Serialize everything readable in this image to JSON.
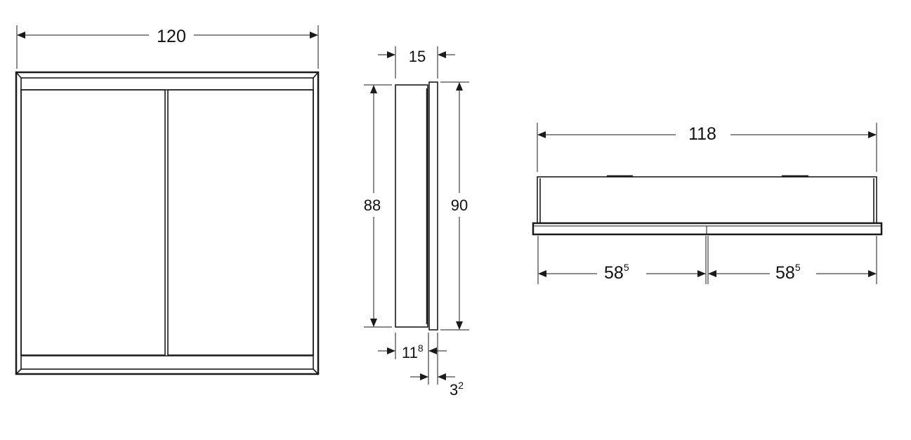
{
  "views": {
    "front": {
      "width_label": "120"
    },
    "side": {
      "depth_total_label": "15",
      "body_height_label": "88",
      "panel_height_label": "90",
      "body_depth_main": "11",
      "body_depth_sup": "8",
      "panel_depth_main": "3",
      "panel_depth_sup": "2"
    },
    "top": {
      "body_width_label": "118",
      "left_half_main": "58",
      "left_half_sup": "5",
      "right_half_main": "58",
      "right_half_sup": "5"
    }
  },
  "colors": {
    "line": "#1a1a1a",
    "background": "#ffffff"
  }
}
